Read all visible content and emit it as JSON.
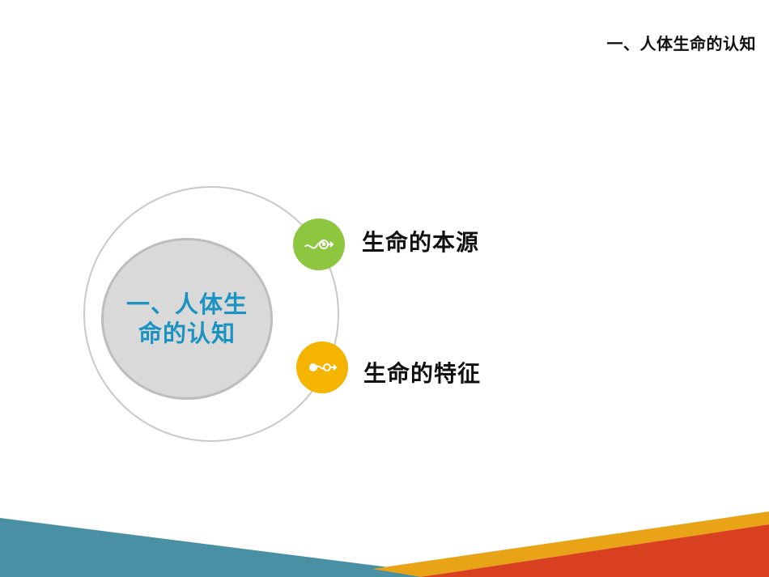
{
  "header": {
    "title": "一、人体生命的认知"
  },
  "center": {
    "label": "一、人体生命的认知"
  },
  "items": [
    {
      "label": "生命的本源",
      "icon": "sperm-icon",
      "color": "#8dc63f"
    },
    {
      "label": "生命的特征",
      "icon": "sperm-icon",
      "color": "#f4b400"
    }
  ],
  "colors": {
    "accent_blue": "#1a93c3",
    "ring_gray": "#c9c9c9",
    "disc_gray": "#d9d9d9",
    "band_teal": "#4a90a4",
    "band_orange": "#e8a317",
    "band_red": "#d9401f"
  }
}
